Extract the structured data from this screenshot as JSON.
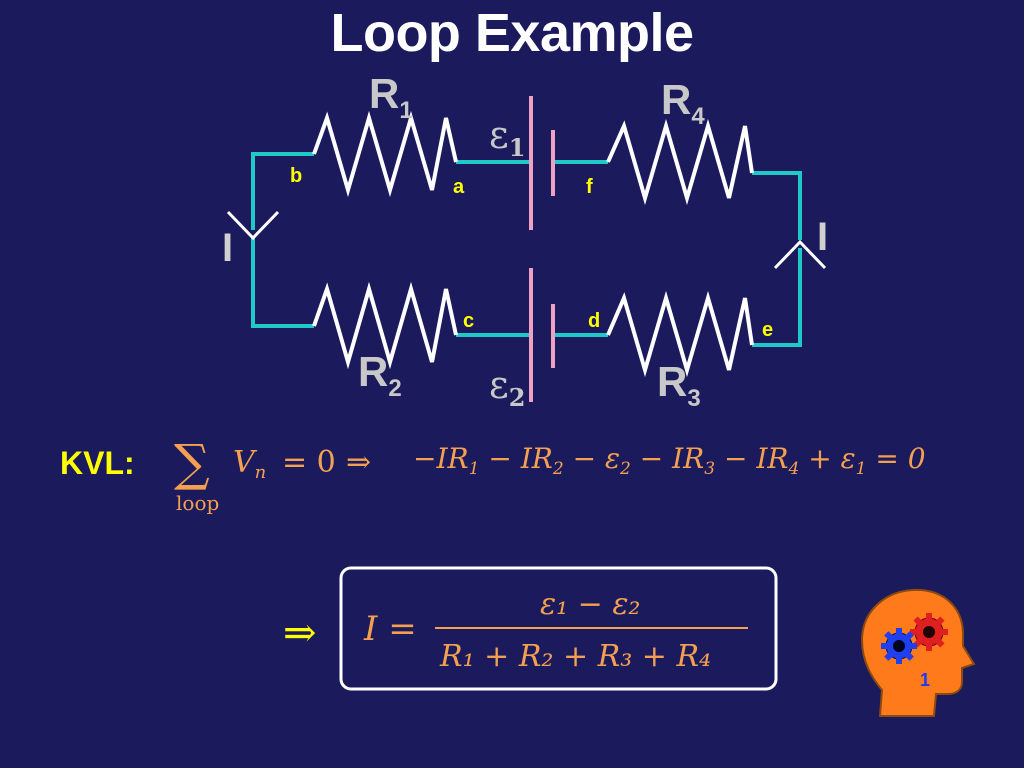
{
  "slide": {
    "title": "Loop Example",
    "page_badge": "1"
  },
  "circuit": {
    "resistors": [
      {
        "id": "R1",
        "letter": "R",
        "sub": "1"
      },
      {
        "id": "R2",
        "letter": "R",
        "sub": "2"
      },
      {
        "id": "R3",
        "letter": "R",
        "sub": "3"
      },
      {
        "id": "R4",
        "letter": "R",
        "sub": "4"
      }
    ],
    "emfs": [
      {
        "id": "emf1",
        "symbol": "ε",
        "sub": "1"
      },
      {
        "id": "emf2",
        "symbol": "ε",
        "sub": "2"
      }
    ],
    "nodes": [
      "a",
      "b",
      "c",
      "d",
      "e",
      "f"
    ],
    "current_label": "I",
    "colors": {
      "wire": "#20c8c8",
      "resistor": "#ffffff",
      "battery": "#f0a0c0",
      "node_label": "#ffff00"
    }
  },
  "kvl": {
    "label": "KVL:",
    "sum_symbol": "∑",
    "sum_under": "loop",
    "sum_term": "V",
    "sum_term_sub": "n",
    "equals_zero": "= 0",
    "implies": "⇒",
    "terms": [
      {
        "text": "−IR",
        "sub": "1"
      },
      {
        "text": "− IR",
        "sub": "2"
      },
      {
        "text": "− ε",
        "sub": "2"
      },
      {
        "text": "− IR",
        "sub": "3"
      },
      {
        "text": "− IR",
        "sub": "4"
      },
      {
        "text": "+ ε",
        "sub": "1"
      }
    ],
    "rhs": "= 0"
  },
  "result": {
    "implies": "⇒",
    "lhs": "I =",
    "numerator": "ε₁ − ε₂",
    "denominator": "R₁ + R₂ + R₃ + R₄"
  },
  "colors": {
    "background": "#1a1a5c",
    "math": "#f5a050",
    "kvl_label": "#ffff00"
  }
}
